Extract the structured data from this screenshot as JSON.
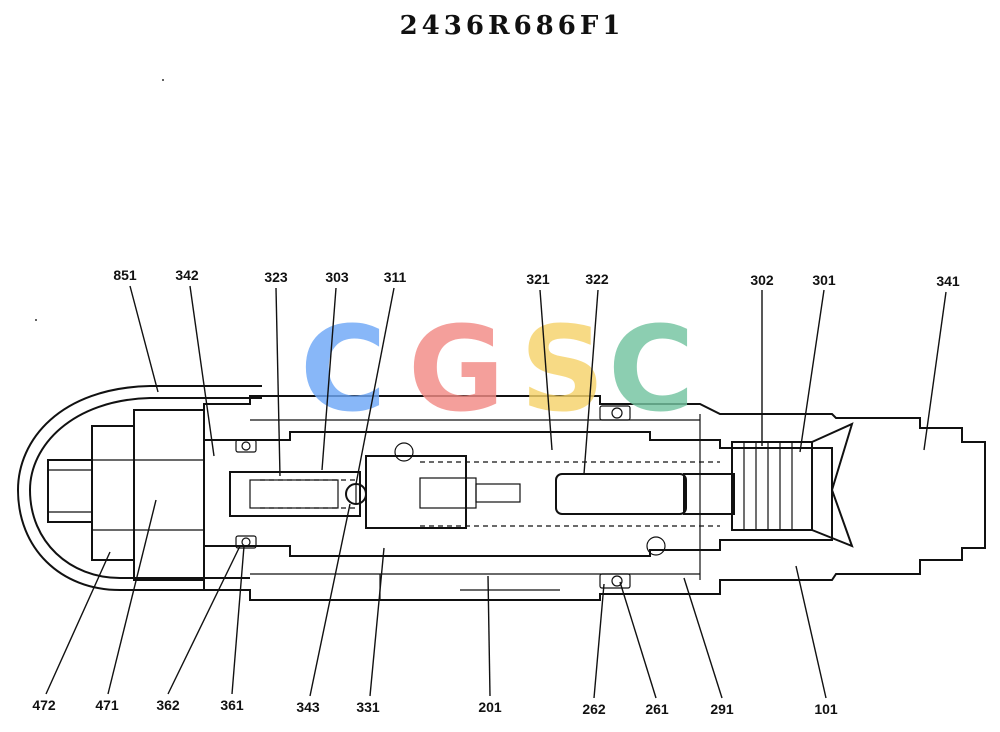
{
  "document": {
    "title": "2436R686F1"
  },
  "watermark": {
    "letters": [
      {
        "char": "C",
        "color": "#6ea8f7"
      },
      {
        "char": "G",
        "color": "#f28b86"
      },
      {
        "char": "S",
        "color": "#f6d36b"
      },
      {
        "char": "C",
        "color": "#74c4a0"
      }
    ]
  },
  "callouts": {
    "top": [
      {
        "id": "lbl-851",
        "text": "851"
      },
      {
        "id": "lbl-342",
        "text": "342"
      },
      {
        "id": "lbl-323",
        "text": "323"
      },
      {
        "id": "lbl-303",
        "text": "303"
      },
      {
        "id": "lbl-311",
        "text": "311"
      },
      {
        "id": "lbl-321",
        "text": "321"
      },
      {
        "id": "lbl-322",
        "text": "322"
      },
      {
        "id": "lbl-302",
        "text": "302"
      },
      {
        "id": "lbl-301",
        "text": "301"
      },
      {
        "id": "lbl-341",
        "text": "341"
      }
    ],
    "bottom": [
      {
        "id": "lbl-472",
        "text": "472"
      },
      {
        "id": "lbl-471",
        "text": "471"
      },
      {
        "id": "lbl-362",
        "text": "362"
      },
      {
        "id": "lbl-361",
        "text": "361"
      },
      {
        "id": "lbl-343",
        "text": "343"
      },
      {
        "id": "lbl-331",
        "text": "331"
      },
      {
        "id": "lbl-201",
        "text": "201"
      },
      {
        "id": "lbl-262",
        "text": "262"
      },
      {
        "id": "lbl-261",
        "text": "261"
      },
      {
        "id": "lbl-291",
        "text": "291"
      },
      {
        "id": "lbl-101",
        "text": "101"
      }
    ]
  }
}
